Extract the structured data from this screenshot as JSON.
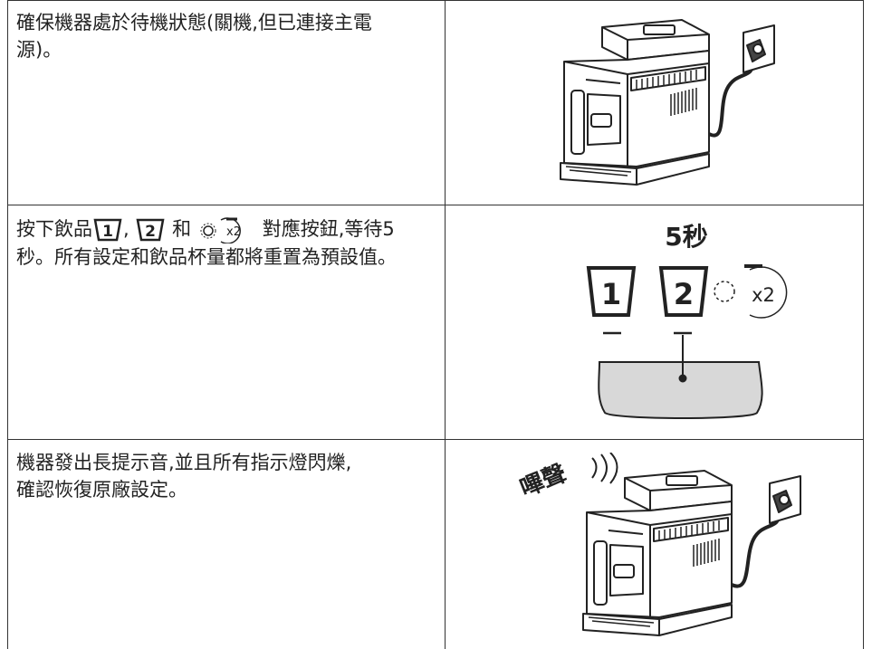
{
  "rows": [
    {
      "text": "確保機器處於待機狀態(關機,但已連接主電源)。",
      "line1": "確保機器處於待機狀態(關機,但已連接主電",
      "line2": "源)。",
      "illustration": "coffee-machine-plugged-in"
    },
    {
      "text_parts": {
        "prefix": "按下飲品",
        "sep": ",",
        "and": "和",
        "suffix": "對應按鈕,等待5",
        "line2": "秒。所有設定和飲品杯量都將重置為預設值。"
      },
      "icons": {
        "button1": "1",
        "button2": "2",
        "settings_x2": "x2"
      },
      "illustration_label": "5秒",
      "illustration": "control-panel-press"
    },
    {
      "line1": "機器發出長提示音,並且所有指示燈閃爍,",
      "line2": "確認恢復原廠設定。",
      "beep_label": "嗶聲",
      "illustration": "coffee-machine-beeping"
    }
  ]
}
